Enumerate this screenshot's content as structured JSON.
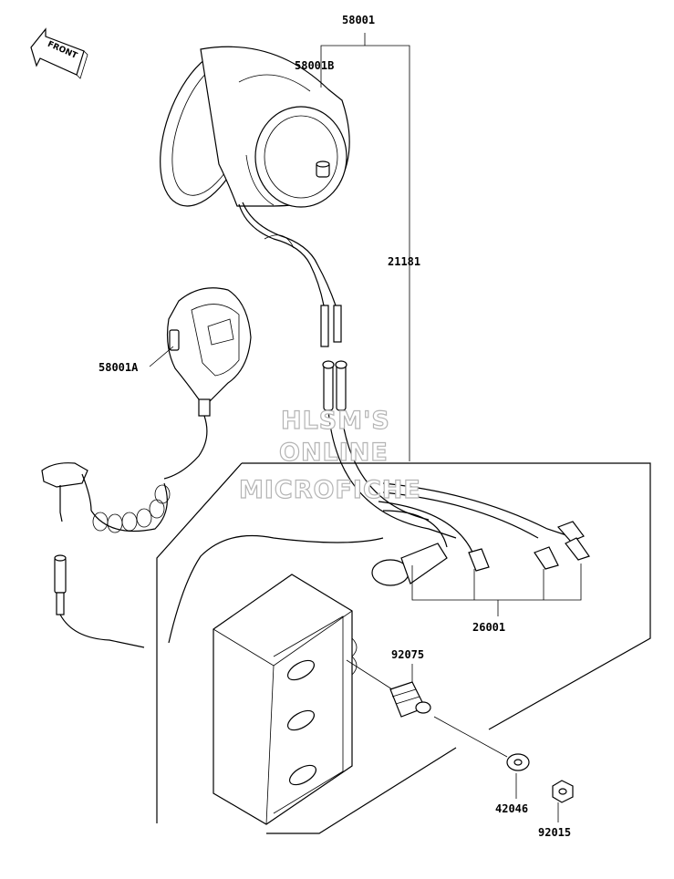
{
  "front_badge": {
    "label": "FRONT",
    "icon": "front-arrow-icon"
  },
  "watermark": {
    "line1": "HLSM'S",
    "line2": "ONLINE",
    "line3": "MICROFICHE"
  },
  "parts": {
    "p58001": "58001",
    "p58001B": "58001B",
    "p21181": "21181",
    "p58001A": "58001A",
    "p26001": "26001",
    "p92075": "92075",
    "p42046": "42046",
    "p92015": "92015"
  }
}
